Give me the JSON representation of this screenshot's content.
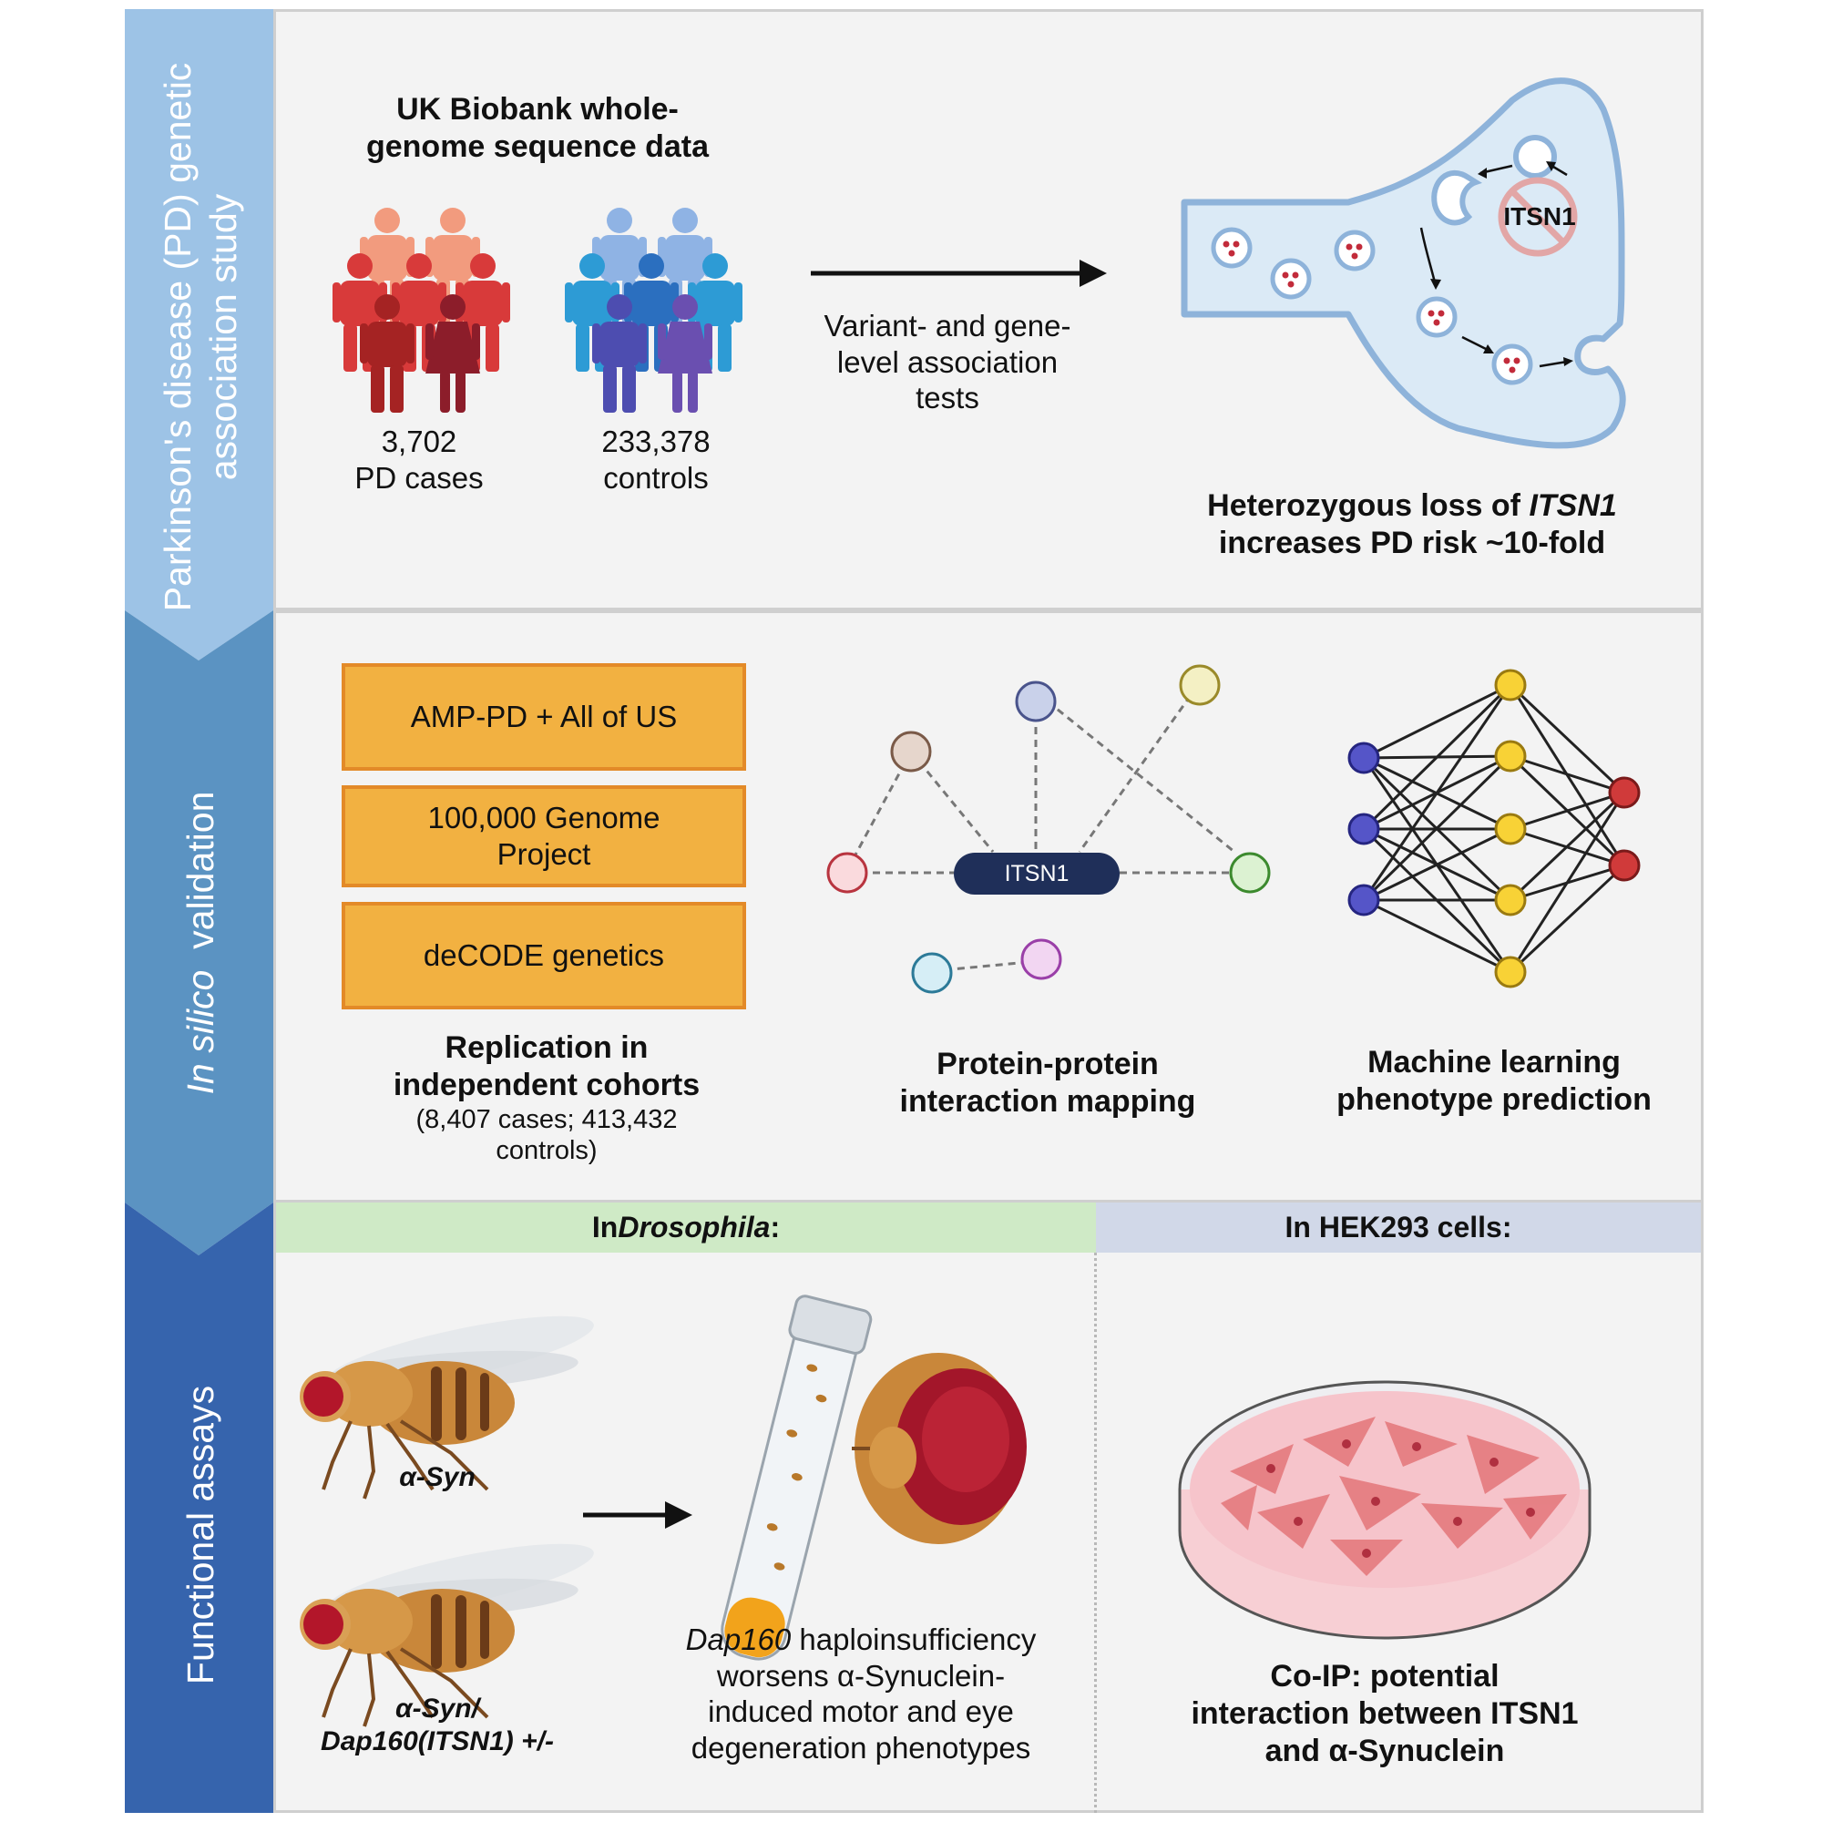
{
  "sidebar": {
    "gwas_label_line1": "Parkinson's disease (PD) genetic",
    "gwas_label_line2": "association study",
    "insilico_label_italic": "In silico",
    "insilico_label_rest": "validation",
    "functional_label": "Functional assays"
  },
  "colors": {
    "sidebar_top": "#9dc3e6",
    "sidebar_mid": "#5b93c2",
    "sidebar_bottom": "#3664ad",
    "orange_fill": "#f2b141",
    "orange_border": "#e38a28",
    "drosophila_tab": "#cfeac6",
    "hek_tab": "#d1d8e8",
    "cases_red": "#c62828",
    "controls_blue": "#2b8dcf"
  },
  "gwas": {
    "biobank_title_line1": "UK Biobank whole-",
    "biobank_title_line2": "genome sequence data",
    "cases_count": "3,702",
    "cases_label": "PD cases",
    "controls_count": "233,378",
    "controls_label": "controls",
    "tests_line1": "Variant- and gene-",
    "tests_line2": "level association",
    "tests_line3": "tests",
    "synapse_protein_label": "ITSN1",
    "finding_line1_prefix": "Heterozygous loss of ",
    "finding_line1_gene": "ITSN1",
    "finding_line2": "increases PD risk ~10-fold"
  },
  "insilico": {
    "cohorts": [
      "AMP-PD + All of US",
      "100,000 Genome Project",
      "deCODE genetics"
    ],
    "replication_title_line1": "Replication in",
    "replication_title_line2": "independent cohorts",
    "replication_detail_line1": "(8,407 cases; 413,432",
    "replication_detail_line2": "controls)",
    "ppi_center_label": "ITSN1",
    "ppi_title_line1": "Protein-protein",
    "ppi_title_line2": "interaction mapping",
    "ml_title_line1": "Machine learning",
    "ml_title_line2": "phenotype prediction"
  },
  "functional": {
    "drosophila_tab_prefix": "In ",
    "drosophila_tab_italic": "Drosophila",
    "drosophila_tab_suffix": ":",
    "hek_tab": "In HEK293 cells:",
    "fly1_label": "α-Syn",
    "fly2_label_line1": "α-Syn/",
    "fly2_label_line2": "Dap160(ITSN1) +/-",
    "dap_line1_italic": "Dap160",
    "dap_line1_rest": " haploinsufficiency",
    "dap_line2": "worsens α-Synuclein-",
    "dap_line3": "induced motor and eye",
    "dap_line4": "degeneration phenotypes",
    "coip_line1": "Co-IP: potential",
    "coip_line2": "interaction between ITSN1",
    "coip_line3": "and α-Synuclein"
  }
}
